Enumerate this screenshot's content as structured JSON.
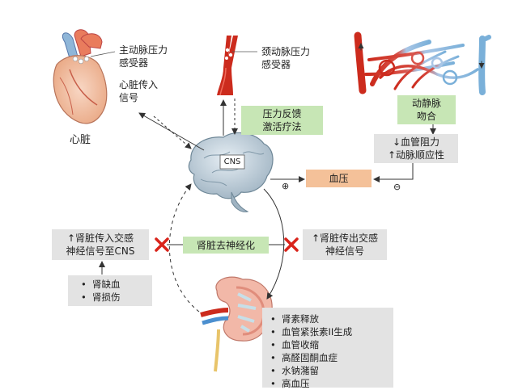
{
  "heart": {
    "label": "心脏",
    "aortic_baroreceptor": [
      "主动脉压力",
      "感受器"
    ],
    "cardiac_afferent": [
      "心脏传入",
      "信号"
    ]
  },
  "carotid": {
    "baroreceptor": [
      "颈动脉压力",
      "感受器"
    ]
  },
  "baroreflex_box": [
    "压力反馈",
    "激活疗法"
  ],
  "av_box": [
    "动静脉",
    "吻合"
  ],
  "resistance_box": [
    "↓血管阻力",
    "↑动脉顺应性"
  ],
  "bp_box": "血压",
  "cns_label": "CNS",
  "sign_plus": "⊕",
  "sign_minus": "⊖",
  "renal_denervation": "肾脏去神经化",
  "afferent_box": [
    "↑肾脏传入交感",
    "神经信号至CNS"
  ],
  "efferent_box": [
    "↑肾脏传出交感",
    "神经信号"
  ],
  "causes": [
    "肾缺血",
    "肾损伤"
  ],
  "effects": [
    "肾素释放",
    "血管紧张素II生成",
    "血管收缩",
    "高醛固酮血症",
    "水钠潴留",
    "高血压"
  ],
  "colors": {
    "green": "#c7e6b5",
    "gray": "#e3e3e3",
    "orange": "#f4c199",
    "artery_red": "#cc2b1d",
    "vein_blue": "#7ab0d9",
    "block_red": "#d9241b"
  }
}
